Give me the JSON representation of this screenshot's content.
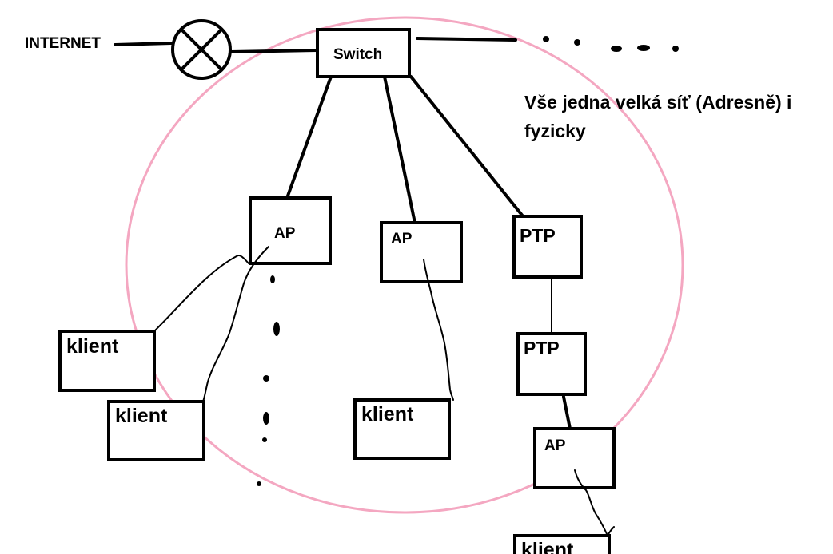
{
  "colors": {
    "ink": "#000000",
    "network_outline": "#f4a7c1",
    "background": "#ffffff"
  },
  "icons": {
    "internet": "router-cross-icon"
  },
  "labels": {
    "internet": "INTERNET",
    "switch": "Switch",
    "ap_left": "AP",
    "ap_middle": "AP",
    "ptp_top": "PTP",
    "ptp_bottom": "PTP",
    "ap_bottom": "AP",
    "klient_1": "klient",
    "klient_2": "klient",
    "klient_3": "klient",
    "klient_4": "klient",
    "note_line1": "Vše jedna velká síť (Adresně) i",
    "note_line2": "fyzicky"
  }
}
